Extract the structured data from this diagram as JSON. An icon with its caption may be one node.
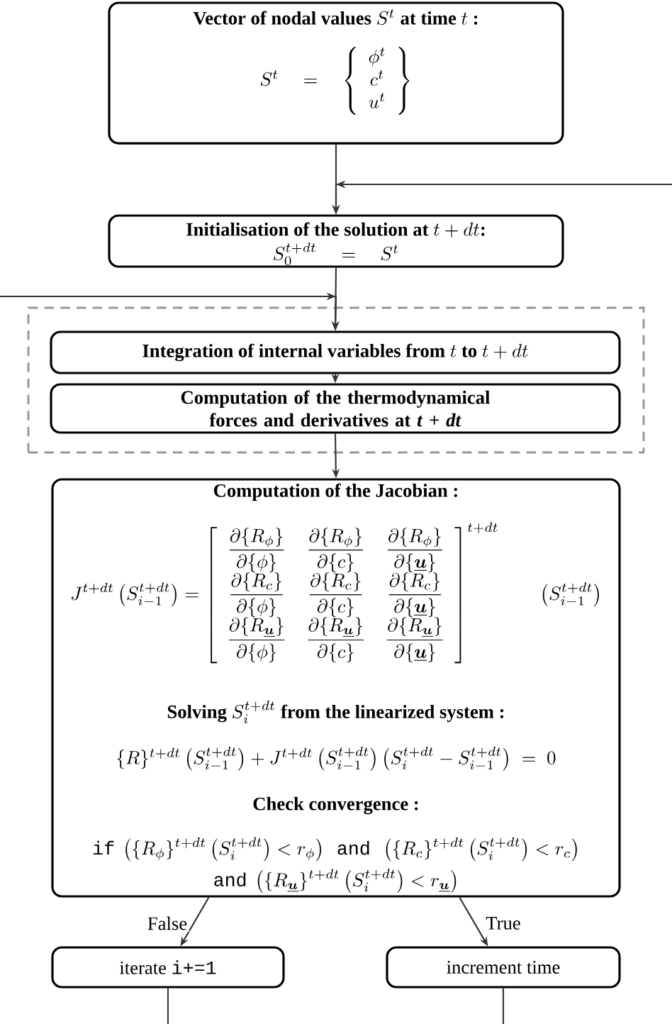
{
  "diagram": {
    "nodes": [
      {
        "text": [
          "\\text{Vector of nodal values } S^t \\text{ at time } t \\text{ :}",
          "S^t \\quad = \\quad \\left\\{ \\begin{array}{c} \\phi^t \\\\ c^t \\\\ u^t \\end{array} \\right\\}"
        ]
      },
      {
        "text": [
          "\\text{Initialisation of the solution at } t + dt\\text{:}",
          "S_0^{t+dt} \\quad = \\quad S^t"
        ]
      },
      {
        "text": [],
        "shape": "box"
      },
      {
        "text": [
          "\\text{Integration of internal variables from } t \\text{ to } t + dt"
        ],
        "in": 2
      },
      {
        "text": [
          "Computation of the thermodynamical forces and derivatives at *t* + *dt*"
        ],
        "in": 2
      },
      {
        "text": [
          "Computation of the Jacobian :",
          "J^{t+dt}\\left(S_{i-1}^{t+dt}\\right) = \\left[ \\begin{array}{ccc} \\dfrac{\\partial\\{R_\\phi\\}}{\\partial\\{\\phi\\}} & \\dfrac{\\partial\\{R_\\phi\\}}{\\partial\\{c\\}} & \\dfrac{\\partial\\{R_\\phi\\}}{\\partial\\{\\underline{\\boldsymbol{u}}\\}} \\\\ \\dfrac{\\partial\\{R_c\\}}{\\partial\\{\\phi\\}} & \\dfrac{\\partial\\{R_c\\}}{\\partial\\{c\\}} & \\dfrac{\\partial\\{R_c\\}}{\\partial\\{\\underline{\\boldsymbol{u}}\\}} \\\\ \\dfrac{\\partial\\{R_{\\underline{\\boldsymbol{u}}}\\}}{\\partial\\{\\phi\\}} & \\dfrac{\\partial\\{R_{\\underline{\\boldsymbol{u}}}\\}}{\\partial\\{c\\}} & \\dfrac{\\partial\\{R_{\\underline{\\boldsymbol{u}}}\\}}{\\partial\\{\\underline{\\boldsymbol{u}}\\}} \\end{array} \\right]^{t+dt} \\qquad \\left(S_{i-1}^{t+dt}\\right)",
          "\\text{Solving } S_i^{t+dt} \\text{ from the linearized system :}",
          "\\{R\\}^{t+dt}\\left(S_{i-1}^{t+dt}\\right) + J^{t+dt}\\left(S_{i-1}^{t+dt}\\right)\\left(S_i^{t+dt} - S_{i-1}^{t+dt}\\right) \\;=\\; 0",
          "Check convergence :",
          "\\begin{gathered} \\texttt{if}\\ \\left(\\{R_\\phi\\}^{t+dt}\\left(S_i^{t+dt}\\right) < r_\\phi\\right)\\ \\ \\texttt{and}\\ \\ \\left(\\{R_c\\}^{t+dt}\\left(S_i^{t+dt}\\right) < r_c\\right) \\\\ \\texttt{and}\\ \\left(\\{R_{\\underline{\\boldsymbol{u}}}\\}^{t+dt}\\left(S_i^{t+dt}\\right) < r_{\\underline{\\boldsymbol{u}}}\\right) \\end{gathered}"
        ]
      },
      {
        "text": [
          "\\text{iterate } \\texttt{i+=1}"
        ]
      },
      {
        "text": [
          "increment time"
        ]
      }
    ],
    "edges": [
      {
        "from": 0,
        "to": 1,
        "arrow": "to"
      },
      {
        "from": null,
        "to": 1,
        "arrow": "to"
      },
      {
        "from": 1,
        "to": 3,
        "arrow": "to"
      },
      {
        "from": null,
        "to": 3,
        "arrow": "to"
      },
      {
        "from": 3,
        "to": 4,
        "arrow": "to"
      },
      {
        "from": 4,
        "to": 5,
        "arrow": "to"
      },
      {
        "from": 5,
        "to": 6,
        "arrow": "to",
        "label": "False"
      },
      {
        "from": 5,
        "to": 7,
        "arrow": "to",
        "label": "True"
      },
      {
        "from": 6,
        "to": null,
        "arrow": "none"
      },
      {
        "from": 7,
        "to": null,
        "arrow": "none"
      }
    ]
  }
}
